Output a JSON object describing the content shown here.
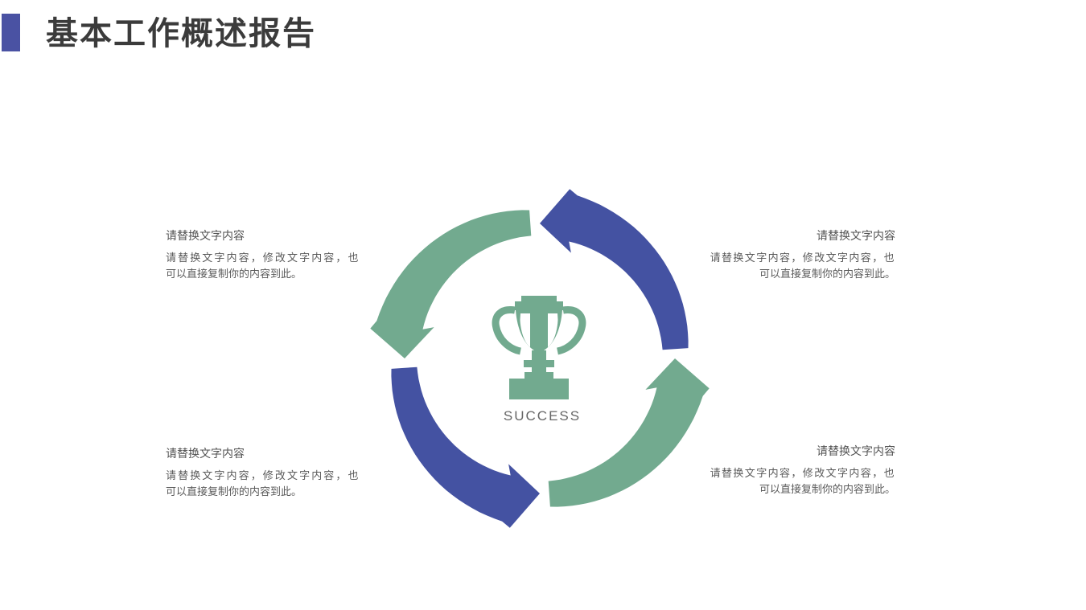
{
  "slide": {
    "title": "基本工作概述报告",
    "accent_bar_color": "#4A52A3"
  },
  "diagram": {
    "center_icon": "trophy-icon",
    "center_label": "SUCCESS",
    "colors": {
      "green": "#72AA8F",
      "blue": "#4452A2"
    },
    "arrows": [
      {
        "position": "top-right",
        "color": "#4452A2",
        "tip_angle": 90
      },
      {
        "position": "top-left",
        "color": "#72AA8F",
        "tip_angle": 180
      },
      {
        "position": "bottom-left",
        "color": "#4452A2",
        "tip_angle": 270
      },
      {
        "position": "bottom-right",
        "color": "#72AA8F",
        "tip_angle": 360
      }
    ],
    "direction": "counterclockwise"
  },
  "text_blocks": [
    {
      "position": "top-left",
      "heading": "请替换文字内容",
      "body_lines": [
        "请替换文字内容，修改文字内容，也",
        "可以直接复制你的内容到此。"
      ]
    },
    {
      "position": "top-right",
      "heading": "请替换文字内容",
      "body_lines": [
        "请替换文字内容，修改文字内容，也",
        "可以直接复制你的内容到此。"
      ]
    },
    {
      "position": "bottom-left",
      "heading": "请替换文字内容",
      "body_lines": [
        "请替换文字内容，修改文字内容，也",
        "可以直接复制你的内容到此。"
      ]
    },
    {
      "position": "bottom-right",
      "heading": "请替换文字内容",
      "body_lines": [
        "请替换文字内容，修改文字内容，也",
        "可以直接复制你的内容到此。"
      ]
    }
  ]
}
